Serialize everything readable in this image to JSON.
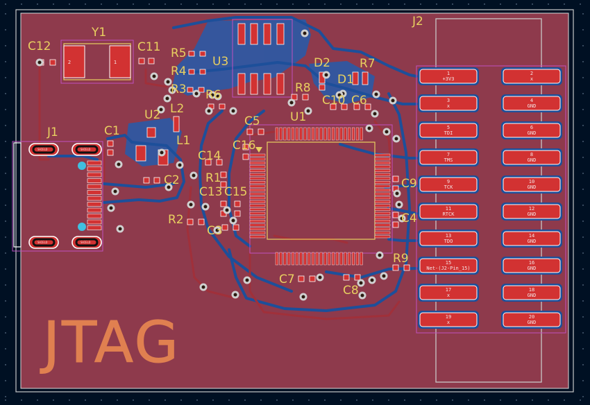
{
  "board": {
    "title": "JTAG",
    "colors": {
      "background": "#001023",
      "copper_fill": "#8e3a4c",
      "pad_red": "#d23232",
      "trace_blue": "#1d4f9a",
      "trace_red": "#9a2830",
      "silkscreen": "#e8d060",
      "edge_cuts": "#c8c8c8",
      "courtyard": "#c050c0",
      "via": "#c8a040"
    }
  },
  "refdes": [
    "J1",
    "J2",
    "Y1",
    "C12",
    "C11",
    "R5",
    "R4",
    "R3",
    "U3",
    "R6",
    "D2",
    "R7",
    "D1",
    "R8",
    "U1",
    "C10",
    "C6",
    "C5",
    "U2",
    "L2",
    "C1",
    "L1",
    "C14",
    "C16",
    "C2",
    "R1",
    "C13",
    "C15",
    "C9",
    "R2",
    "C3",
    "C4",
    "R9",
    "C7",
    "C8"
  ],
  "connector_j2": {
    "left_pins": [
      {
        "num": "1",
        "net": "+3V3"
      },
      {
        "num": "3",
        "net": "x"
      },
      {
        "num": "5",
        "net": "TDI"
      },
      {
        "num": "7",
        "net": "TMS"
      },
      {
        "num": "9",
        "net": "TCK"
      },
      {
        "num": "11",
        "net": "RTCK"
      },
      {
        "num": "13",
        "net": "TDO"
      },
      {
        "num": "15",
        "net": "Net-(J2-Pin_15)"
      },
      {
        "num": "17",
        "net": "x"
      },
      {
        "num": "19",
        "net": "x"
      }
    ],
    "right_pins": [
      {
        "num": "2",
        "net": "x"
      },
      {
        "num": "4",
        "net": "GND"
      },
      {
        "num": "6",
        "net": "GND"
      },
      {
        "num": "8",
        "net": "GND"
      },
      {
        "num": "10",
        "net": "GND"
      },
      {
        "num": "12",
        "net": "GND"
      },
      {
        "num": "14",
        "net": "GND"
      },
      {
        "num": "16",
        "net": "GND"
      },
      {
        "num": "18",
        "net": "GND"
      },
      {
        "num": "20",
        "net": "GND"
      }
    ]
  },
  "crystal_y1": {
    "pad1": "1",
    "pad2": "2"
  },
  "usb_j1": {
    "pad_labels": [
      "SHIELD",
      "SHIELD",
      "SHIELD",
      "SHIELD"
    ]
  }
}
